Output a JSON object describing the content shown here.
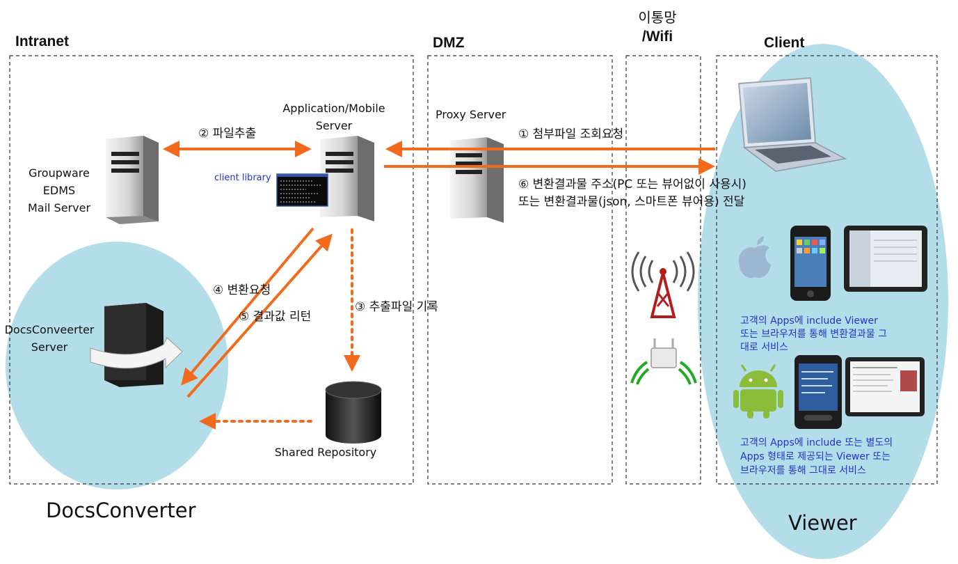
{
  "zones": {
    "intranet": "Intranet",
    "dmz": "DMZ",
    "mobile_line1": "이통망",
    "mobile_line2": "/Wifi",
    "client": "Client"
  },
  "nodes": {
    "groupware_line1": "Groupware",
    "groupware_line2": "EDMS",
    "groupware_line3": "Mail Server",
    "app_server_line1": "Application/Mobile",
    "app_server_line2": "Server",
    "client_library": "client library",
    "proxy_server": "Proxy  Server",
    "docsconverter_line1": "DocsConveerter",
    "docsconverter_line2": "Server",
    "shared_repository": "Shared Repository"
  },
  "steps": {
    "s1": "① 첨부파일 조회요청",
    "s2": "② 파일추출",
    "s3": "③ 추출파일 기록",
    "s4": "④ 변환요청",
    "s5": "⑤ 결과값 리턴",
    "s6_line1": "⑥ 변환결과물 주소(PC 또는 뷰어없이 사용시)",
    "s6_line2": "또는 변환결과물(json, 스마트폰 뷰어용) 전달"
  },
  "apple_note": {
    "line1": "고객의 Apps에 include Viewer",
    "line2": "또는 브라우저를 통해 변환결과물 그",
    "line3": "대로 서비스"
  },
  "android_note": {
    "line1": "고객의 Apps에 include 또는 별도의",
    "line2": "Apps 형태로 제공되는 Viewer 또는",
    "line3": "브라우저를 통해 그대로 서비스"
  },
  "captions": {
    "docsconverter": "DocsConverter",
    "viewer": "Viewer"
  },
  "colors": {
    "arrow": "#f26b1d",
    "ellipse": "#b3dde8",
    "note_text": "#2233cc"
  }
}
